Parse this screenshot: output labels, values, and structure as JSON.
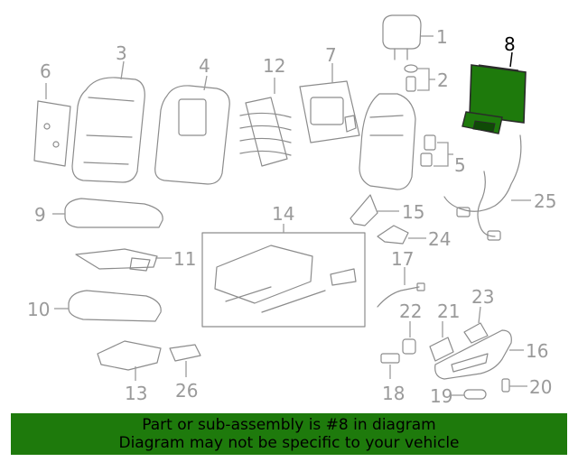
{
  "callouts": {
    "c1": "1",
    "c2": "2",
    "c3": "3",
    "c4": "4",
    "c5": "5",
    "c6": "6",
    "c7": "7",
    "c8": "8",
    "c9": "9",
    "c10": "10",
    "c11": "11",
    "c12": "12",
    "c13": "13",
    "c14": "14",
    "c15": "15",
    "c16": "16",
    "c17": "17",
    "c18": "18",
    "c19": "19",
    "c20": "20",
    "c21": "21",
    "c22": "22",
    "c23": "23",
    "c24": "24",
    "c25": "25",
    "c26": "26"
  },
  "highlighted_part": "8",
  "colors": {
    "highlight_fill": "#1e7a0c",
    "banner_bg": "#1e7a0c",
    "line_gray": "#8c8c8c"
  },
  "banner": {
    "line1": "Part or sub-assembly is #8 in diagram",
    "line2": "Diagram may not be specific to your vehicle"
  }
}
